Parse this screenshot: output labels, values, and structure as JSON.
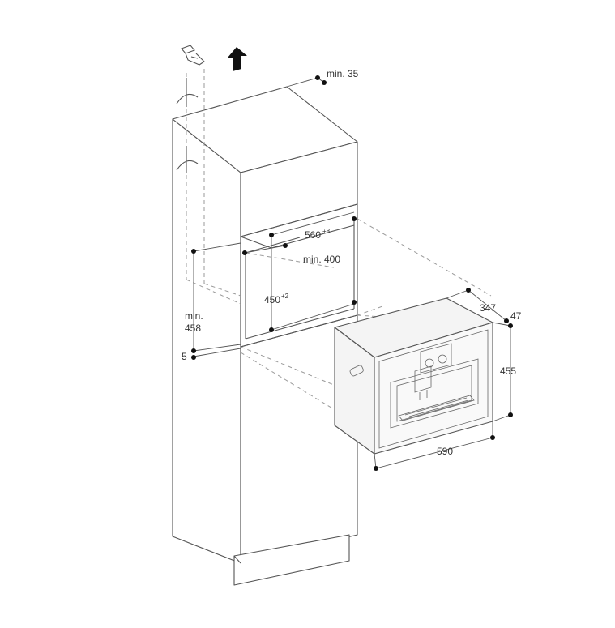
{
  "labels": {
    "min35": "min. 35",
    "w560": "560",
    "w560_tol": "+8",
    "min400": "min. 400",
    "h450": "450",
    "h450_tol": "+2",
    "min458_line1": "min.",
    "min458_line2": "458",
    "d5": "5",
    "d347": "347",
    "d47": "47",
    "h455": "455",
    "w590": "590"
  },
  "icons": {
    "vent_arrow": "up-arrow-icon",
    "clip": "mounting-clip-icon"
  },
  "colors": {
    "line": "#555555",
    "dot": "#111111",
    "dashed": "#9a9a9a"
  }
}
